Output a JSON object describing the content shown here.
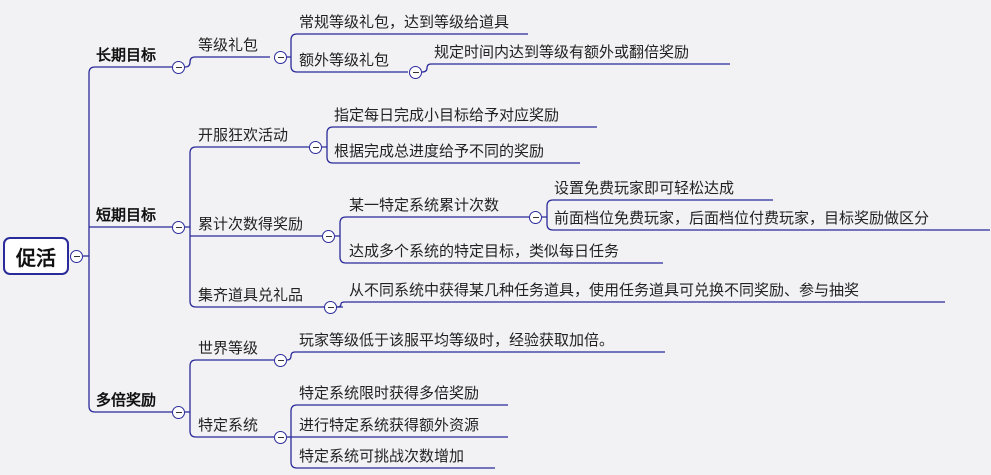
{
  "root": "促活",
  "branches": {
    "long": {
      "label": "长期目标",
      "level_gift": {
        "label": "等级礼包",
        "children": [
          "常规等级礼包，达到等级给道具",
          "额外等级礼包"
        ],
        "extra_detail": "规定时间内达到等级有额外或翻倍奖励"
      }
    },
    "short": {
      "label": "短期目标",
      "carnival": {
        "label": "开服狂欢活动",
        "children": [
          "指定每日完成小目标给予对应奖励",
          "根据完成总进度给予不同的奖励"
        ]
      },
      "cumulative": {
        "label": "累计次数得奖励",
        "specific": {
          "label": "某一特定系统累计次数",
          "children": [
            "设置免费玩家即可轻松达成",
            "前面档位免费玩家，后面档位付费玩家，目标奖励做区分"
          ]
        },
        "multi": "达成多个系统的特定目标，类似每日任务"
      },
      "collect": {
        "label": "集齐道具兑礼品",
        "detail": "从不同系统中获得某几种任务道具，使用任务道具可兑换不同奖励、参与抽奖"
      }
    },
    "multiplier": {
      "label": "多倍奖励",
      "world_level": {
        "label": "世界等级",
        "detail": "玩家等级低于该服平均等级时，经验获取加倍。"
      },
      "specific_system": {
        "label": "特定系统",
        "children": [
          "特定系统限时获得多倍奖励",
          "进行特定系统获得额外资源",
          "特定系统可挑战次数增加"
        ]
      }
    }
  },
  "colors": {
    "line": "#2a2a9a",
    "background": "#f2f2f4"
  }
}
